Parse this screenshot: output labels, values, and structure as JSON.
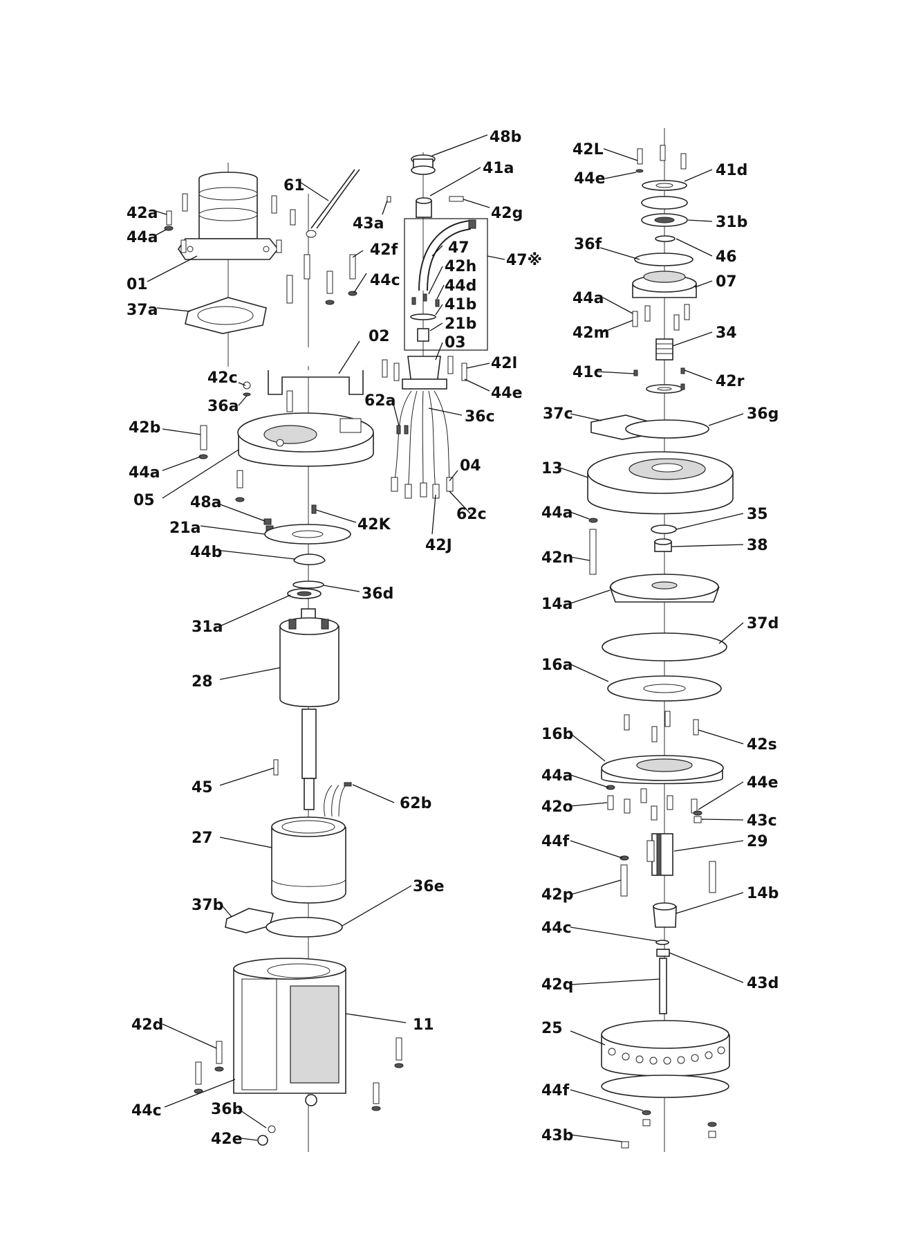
{
  "labels": {
    "l48b": "48b",
    "l41a": "41a",
    "l43a": "43a",
    "l42g": "42g",
    "l61": "61",
    "l42a": "42a",
    "l44a_1": "44a",
    "l01": "01",
    "l37a": "37a",
    "l42f": "42f",
    "l44c_1": "44c",
    "l47": "47",
    "l42h": "42h",
    "l44d": "44d",
    "l41b": "41b",
    "l21b": "21b",
    "l03": "03",
    "l47x": "47※",
    "l02": "02",
    "l42l": "42l",
    "l44e_1": "44e",
    "l42c": "42c",
    "l36a": "36a",
    "l62a": "62a",
    "l36c": "36c",
    "l42b": "42b",
    "l44a_2": "44a",
    "l05": "05",
    "l04": "04",
    "l48a": "48a",
    "l21a": "21a",
    "l42K": "42K",
    "l62c": "62c",
    "l42J": "42J",
    "l44b": "44b",
    "l36d": "36d",
    "l31a": "31a",
    "l28": "28",
    "l45": "45",
    "l62b": "62b",
    "l27": "27",
    "l36e": "36e",
    "l37b": "37b",
    "l42d": "42d",
    "l11": "11",
    "l44c_2": "44c",
    "l36b": "36b",
    "l42e": "42e",
    "l42L": "42L",
    "l44e_2": "44e",
    "l41d": "41d",
    "l31b": "31b",
    "l36f": "36f",
    "l46": "46",
    "l07": "07",
    "l44a_3": "44a",
    "l42m": "42m",
    "l34": "34",
    "l41c": "41c",
    "l42r": "42r",
    "l37c": "37c",
    "l36g": "36g",
    "l13": "13",
    "l44a_4": "44a",
    "l35": "35",
    "l42n": "42n",
    "l38": "38",
    "l14a": "14a",
    "l37d": "37d",
    "l16a": "16a",
    "l16b": "16b",
    "l42s": "42s",
    "l44a_5": "44a",
    "l44e_3": "44e",
    "l42o": "42o",
    "l43c": "43c",
    "l44f_1": "44f",
    "l29": "29",
    "l42p": "42p",
    "l14b": "14b",
    "l44c_3": "44c",
    "l43d": "43d",
    "l42q": "42q",
    "l25": "25",
    "l44f_2": "44f",
    "l43b": "43b"
  }
}
